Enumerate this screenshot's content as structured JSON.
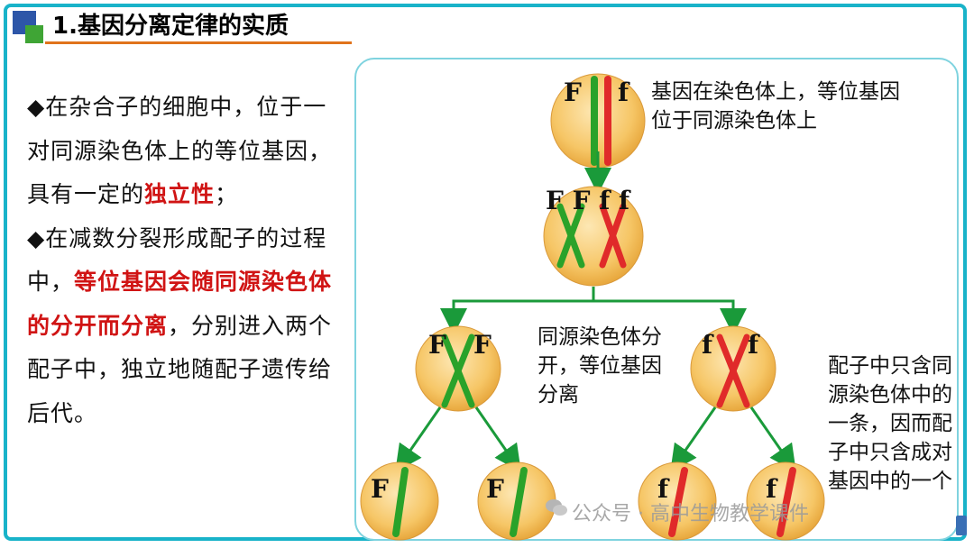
{
  "title": "1.基因分离定律的实质",
  "left_text": {
    "p1_a": "◆在杂合子的细胞中，位于一对同源染色体上的等位基因，具有一定的",
    "p1_red": "独立性",
    "p1_b": "；",
    "p2_a": "◆在减数分裂形成配子的过程中，",
    "p2_red": "等位基因会随同源染色体的分开而分离",
    "p2_b": "，分别进入两个配子中，独立地随配子遗传给后代。"
  },
  "diagram": {
    "labels": {
      "top": "基因在染色体上，等位基因位于同源染色体上",
      "middle": "同源染色体分开，等位基因分离",
      "right": "配子中只含同源染色体中的一条，因而配子中只含成对基因中的一个"
    },
    "genes": {
      "F": "F",
      "f": "f",
      "dup": "F F f f"
    },
    "colors": {
      "green": "#2aa22a",
      "red": "#e02a2a",
      "cell": "#f6c666",
      "arrow": "#1a9a3a"
    }
  },
  "watermark": "公众号 · 高中生物教学课件"
}
